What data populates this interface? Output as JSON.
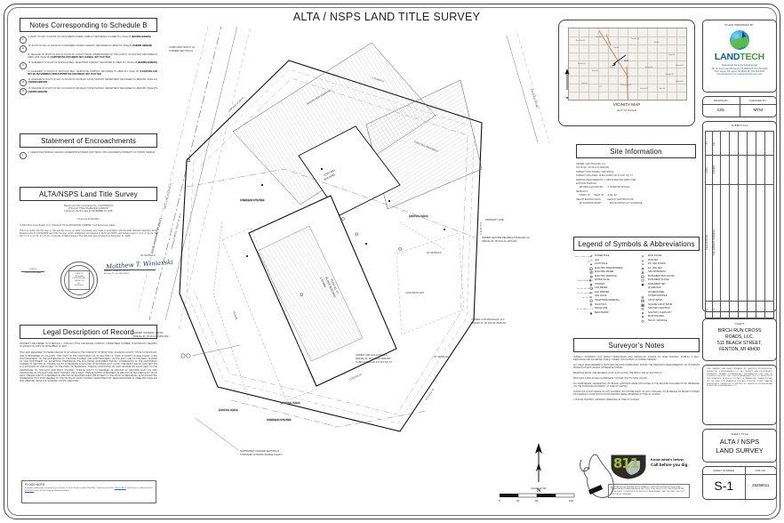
{
  "sheet": {
    "main_title": "ALTA / NSPS LAND TITLE SURVEY"
  },
  "schedule_b": {
    "title": "Notes Corresponding to Schedule B",
    "notes": [
      {
        "marker": "9",
        "text": "9. RIGHT OF WAY IN FAVOR OF CONSUMERS POWER COMPANY RECORDED IN LIBER 871, PAGE 56",
        "bold": "(SHOWN HEREON)"
      },
      {
        "marker": "10",
        "text": "10. RIGHT OF WAY IN FAVOR OF  CONSUMERS POWER COMPANY RECORDED IN LIBER 871, PAGE 54",
        "bold": "(SHOWN HEREON)"
      },
      {
        "marker": "",
        "text": "11. RELEASE OF RIGHT OF WAY IN FAVOR OF COUNTY DRAIN COMMISSIONER OF THE COUNTY OF SAGINAW RECORDED IN LIBER 1356, PAGE 940",
        "bold": "(SUPPORTIVE DOCUMENT NOT LEGIBLE, NOT PLOTTED)"
      },
      {
        "marker": "12",
        "text": "12. EASEMENT IN FAVOR OF MICHIGAN BELL TELEPHONE COMPANY RECORDED IN LIBER 614, PAGE 106",
        "bold": "(SHOWN HEREON)"
      },
      {
        "marker": "",
        "text": "13. EASEMENT IN FAVOR OF MICHIGAN BELL TELEPHONE COMPANY RECORDED IN LIBER 614, PAGE 107",
        "bold": "(LOCATION CAN NOT BE DETERMINED FROM SUPPORTIVE DOCUMENT, NOT PLOTTED)"
      },
      {
        "marker": "14",
        "text": "14. RELEASE OF RIGHT OF WAY IN FAVOR OF MICHIGAN STATE HIGHWAY DEPARTMENT RECORDED IN LIBER 883, PAGE 262",
        "bold": "(SHOWN HEREON)"
      },
      {
        "marker": "15",
        "text": "15. RELEASE OF RIGHT OF WAY IN FAVOR OF MICHIGAN STATE HIGHWAY DEPARTMENT RECORDED IN LIBER 897, PAGE 279",
        "bold": "(SHOWN HEREON)"
      }
    ]
  },
  "encroachments": {
    "title": "Statement of Encroachments",
    "marker": "A",
    "text": "A. PEDESTRIAN BRIDGE LANDING/ OWNERSHIP EXTENDS SOUTHERLY INTO ADJOINER'S PROPERTY AS SHOWN HEREON."
  },
  "certification": {
    "title": "ALTA/NSPS Land Title Survey",
    "commitment_lines": [
      "Based Upon Title Commitment No. 721267660/070",
      "CHICAGO TITLE INSURANCE COMPANY",
      "bearing an effective date of NOVEMBER 19, 2025"
    ],
    "heading": "Surveyors Certification",
    "to_line": "To Birch Run Cross Roads, LLC; CHICAGO TITLE INSURANCE COMPANY; and Successors Dates:",
    "body": "This is to certify that this map or plat and the survey on which it is based were made in accordance with the 2021 Minimum Standard Detail Requirements for ALTA/NSPS Land Title Surveys, jointly established and adopted by ALTA and NSPS, and includes Items 1, 2, 3, 4, 5a, 6a, 7a, 7b1, 7c, 8, 9, 10, 11, 13, 14, 16, 17 and 18 of Table A thereof. The field work was completed on December 11, 2025.",
    "date_label": "12/04/25",
    "date_sub": "Date of Plat or Map",
    "signature": "Matthew T. Winiarski",
    "surveyor_name": "Matthew T. Winiarski, P.S., P.E.",
    "surveyor_license": "Michigan P.S. No. 4001542852",
    "seal_lines": [
      "STATE OF",
      "MICHIGAN",
      "PROFESSIONAL",
      "SURVEYOR",
      "NO.",
      "4001542852"
    ]
  },
  "legal_description": {
    "title": "Legal Description of Record",
    "intro": "PROPERTY DESCRIBED IN SCHEDULE A, CHICAGO TITLE INSURANCE COMPANY COMMITMENT NUMBER 721267660/070, BEARING AN EFFECTIVE DATE OF NOVEMBER 19, 2025.",
    "body": "THE LAND REFERRED TO HEREIN BELOW IS SITUATED IN THE TOWNSHIP OF BIRCH RUN, SAGINAW COUNTY, STATE OF MICHIGAN, AND IS DESCRIBED AS FOLLOWS: THAT PART OF THE NORTHWEST 1/4 OF SECTION 21, TOWN 10 NORTH, RANGE 6 EAST, LYING SOUTHEASTERLY OF THE CENTERLINE OF THE DIXIE HIGHWAY AND NORTHEASTERLY OF THE EAST LINE OF THE WEST 16 RODS OF SAID NORTHWEST 1/4, EXCEPTING THEREFROM THE FOLLOWING DESCRIBED PARCEL: COMMENCING AT THE NORTHWEST CORNER OF SECTION 21; THENCE SOUTH 00 DEGREES 26 MINUTES 30 SECONDS EAST ALONG THE WEST LINE OF SAID SECTION 21 A DISTANCE OF 1330.00 FEET TO THE POINT OF BEGINNING; THENCE CONTINUING ON SAID CENTERLINE 430.00 FEET TO THE CENTERLINE OF THE EAST AND WEST HIGHWAY; THENCE SOUTH 74 DEGREES 30 MINUTES 00 SECONDS EAST ON SAID CENTERLINE OF THE EAST AND WEST HIGHWAY 258.00 FEET; THENCE NORTH 15 DEGREES 30 MINUTES 00 SECONDS EAST 430.00 FEET; THENCE NORTH 74 DEGREES 30 MINUTES 00 SECONDS WEST 258.00 FEET TO THE POINT OF BEGINNING. ALSO EXCEPTING THEREFROM THAT PART DEEDED TO THE MICHIGAN STATE HIGHWAY DEPARTMENT BY DEED RECORDED IN LIBER 883, PAGE 262 AND LIBER 897, PAGE 279, SAGINAW COUNTY RECORDS."
  },
  "flood_note": {
    "title": "FLOOD NOTE:",
    "text_a": "By graphic plotting only, this property is in Zone(s) \"X\" of the Flood Insurance Rate Map, Community Panel No. ",
    "link_a": "26145C0341E",
    "text_b": ", which bears an effective date of ",
    "link_b": "08/16/2011",
    "text_c": " and is NOT in a Special Flood Hazard Area."
  },
  "vicinity_map": {
    "title": "VICINITY MAP",
    "subtitle": "NOT TO SCALE",
    "site_label": "SITE",
    "compass": "N",
    "road_labels": [
      "Birch Run Rd",
      "Dixie Hwy",
      "Gera Rd",
      "Sheridan Rd",
      "Burt Rd",
      "Maple Rd",
      "Townline Rd",
      "Beyer Rd",
      "M-83",
      "Nichols Rd",
      "Lawndale Rd",
      "Curtis Rd",
      "I-75",
      "Frankenmuth Rd",
      "Junction Rd",
      "Hack Rd",
      "Meridian Rd",
      "Graham Rd"
    ]
  },
  "title_block": {
    "plans_prepared_by": "PLANS PREPARED BY:",
    "company_name_1": "LAND",
    "company_name_2": "TECH",
    "company_tagline": "Professional Surveying & Engineering",
    "company_address": [
      "501 W. Silver Lake Rd  Fenton, MI 48430  Ph: 810-750-4200",
      "3217 Lapeer Rd  Lapeer, MI 48446  Ph: 810-664-8300",
      "www.landtechps.com    www.landtechsurveys.com"
    ],
    "drawn_by_label": "DRAWN BY:",
    "drawn_by_value": "CEL",
    "checked_by_label": "CHECKED BY:",
    "checked_by_value": "MTM",
    "submittals_label": "SUBMITTALS",
    "submittal_cols": [
      "BY",
      "CEL"
    ],
    "submittal_date_col": [
      "DATE",
      "12/04/25"
    ],
    "description_label": "DESCRIPTION",
    "description_entry": "PRELIMINARY DRAWING",
    "no_label": "NO.",
    "no_entry": "1",
    "client_label": "CLIENT",
    "client_lines": [
      "BIRCH RUN CROSS",
      "ROADS, LLC.",
      "511 BEACH STREET,",
      "FENTON, MI 48430"
    ],
    "disclaimer": "THIS DRAWING HAS BEEN PREPARED BY LANDTECH PROFESSIONAL SURVEYING & ENGINEERING, LLC. ALL PATENTS AND PROPRIETARY INTERESTS REMAIN CONFIDENTIAL. INFORMATION FOR USE IN CONJUNCTION WITH THE CLIENT'S AGREEMENT NOT TO REPRODUCE THE DRAWINGS, IN WHOLE OR PART, IS PARAMOUNT. DRAWINGS MAY NOT BE USED FOR DRAWINGS FOR ANY PURPOSE OTHER THAN AS SPECIFICALLY PERMITTED IN WRITING BY LANDTECH PROFESSIONAL SURVEYING & ENGINEERING, LLC.",
    "sheet_title_label": "SHEET TITLE",
    "sheet_title_1": "ALTA / NSPS",
    "sheet_title_2": "LAND SURVEY",
    "sheet_number_label": "SHEET NUMBER",
    "sheet_number": "S-1",
    "job_no_label": "JOB NO.",
    "job_no": "25259011"
  },
  "site_information": {
    "title": "Site Information",
    "rows": [
      "OWNER: LWF HOLLAND, LLC",
      "TAX ID NO.: 05-10-6-21-4028-000",
      "SUBJECT SITE ZONING: INDUSTRIAL",
      "SUBJECT SITE AREA: 10.881 ACRES OR 474,017 SQ. FT.",
      "PARKING REQUIREMENTS: 1 SPACE PER PER EMPLOYEE",
      "EXISTING PARKING:",
      "     186 REGULAR SPACES        5 HANDICAP SPACES",
      "SETBACKS:",
      "     FRONT: 40'      REAR: 25'      SIDE: 20'",
      "HEIGHT RESTRICTIONS:          DENSITY RESTRICTIONS:",
      "     40' MAXIMUM HEIGHT             50% MAXIMUM LOT COVERAGE"
    ]
  },
  "legend": {
    "title": "Legend of Symbols & Abbreviations",
    "left_items": [
      {
        "sym": "power-pole",
        "label": "POWER POLE"
      },
      {
        "sym": "guy",
        "label": "GUY"
      },
      {
        "sym": "light-pole",
        "label": "LIGHT POLE"
      },
      {
        "sym": "electric-transformer",
        "label": "ELECTRIC TRANSFORMER"
      },
      {
        "sym": "electric-meter",
        "label": "ELECTRIC METER"
      },
      {
        "sym": "electric-manhole",
        "label": "ELECTRIC MANHOLE"
      },
      {
        "sym": "water-valve",
        "label": "WATER VALVE"
      },
      {
        "sym": "hydrant",
        "label": "HYDRANT"
      },
      {
        "sym": "gas-meter",
        "label": "GAS METER"
      },
      {
        "sym": "gas-marker",
        "label": "GAS MARKER"
      },
      {
        "sym": "gas-valve",
        "label": "GAS VALVE"
      },
      {
        "sym": "telephone-pedestal",
        "label": "TELEPHONE PEDESTAL"
      },
      {
        "sym": "sign-post",
        "label": "SIGN POST"
      },
      {
        "sym": "fence-line",
        "label": "FENCE LINE"
      },
      {
        "sym": "benchmark",
        "label": "BENCHMARK"
      }
    ],
    "right_items": [
      {
        "sym": "iron-found",
        "label": "IRON FOUND"
      },
      {
        "sym": "iron-set",
        "label": "IRON SET"
      },
      {
        "sym": "pk-nail-found",
        "label": "P.K. NAIL FOUND"
      },
      {
        "sym": "pk-nail-set",
        "label": "P.K. NAIL SET"
      },
      {
        "sym": "gps-monument",
        "label": "GPS MONUMENT"
      },
      {
        "sym": "monument-box-found",
        "label": "MONUMENT BOX FOUND"
      },
      {
        "sym": "monument-found",
        "label": "MONUMENT FOUND"
      },
      {
        "sym": "monument-set",
        "label": "MONUMENT SET"
      },
      {
        "sym": "record",
        "label": "(R)  RECORD"
      },
      {
        "sym": "measured",
        "label": "(M)  MEASURED"
      },
      {
        "sym": "storm-manhole",
        "label": "STORM MANHOLE"
      },
      {
        "sym": "catch-basin",
        "label": "CATCH BASIN"
      },
      {
        "sym": "square-catch-basin",
        "label": "SQUARE CATCH BASIN"
      },
      {
        "sym": "sanitary-manhole",
        "label": "SANITARY MANHOLE"
      },
      {
        "sym": "sanitary-clean-out",
        "label": "SANITARY CLEAN-OUT"
      },
      {
        "sym": "monitor-well",
        "label": "MONITOR WELL"
      },
      {
        "sym": "telco-manhole",
        "label": "TELCO. MANHOLE"
      }
    ]
  },
  "surveyors_notes": {
    "title": "Surveyor's Notes",
    "notes": [
      "SUBJECT PROPERTY HAS DIRECT PEDESTRIAN AND VEHICULAR ACCESS TO DIXIE HIGHWAY (PUBLIC) A DULY DEDICATED AND ACCEPTED PUBLIC STREET OR HIGHWAY AS SHOWN HEREON.",
      "ALL FIELD MEASUREMENTS MATCHED RECORD DIMENSIONS WITHIN THE PRECISION REQUIREMENTS OF ALTA/NSPS SPECIFICATIONS UNLESS OTHERWISE SHOWN.",
      "BEARINGS BASIS: N89 DEGREES 34'25\" EAST ALONG THE WEST LINE OF SECTION 21.",
      "MICHIGAN STATE PLANE COORDINATE SYSTEM, SOUTH ZONE, NAD 83.",
      "NO CEMETERIES, GRAVESITES, OR BURIAL GROUNDS WERE DISCLOSED IN THE RECORD DOCUMENTS OR OBSERVED ON THE SURVEYED PROPERTY AT TIME OF SURVEY.",
      "SURVEYOR IS NOT AWARE OF ANY CURRENT OR FUTURE RIGHT OF WAY CHANGES. NO EVIDENCE OF RECENT STREET OR SIDEWALK CONSTRUCTION OR REPAIRS WERE OBSERVED AT TIME OF SURVEY.",
      "I-75/DIXIE HIGHWAY: ADDRESS OBSERVED AT TIME OF SURVEY."
    ]
  },
  "drawing": {
    "north_label": "N",
    "scale_label": "SCALE: 1\"=60'",
    "scale_ticks": [
      "0",
      "30",
      "60",
      "120"
    ],
    "labels": [
      "DIXIE HIGHWAY (PUBLIC)",
      "VARIABLE WIDTH RIGHT OF WAY",
      "EDGE OF GRAVEL",
      "EXISTING BUILDING",
      "1 STORY BLOCK BUILDING",
      "GRAVEL",
      "CONCRETE",
      "ASPHALT",
      "OVERHEAD UTILITIES",
      "EXISTING FENCE",
      "PROPERTY LINE",
      "20' SETBACK",
      "40' SETBACK",
      "25' SETBACK",
      "OWNER: LWF HOLLAND, LLC",
      "PARCEL ID: 05-10-6-21-4028-000",
      "OWNER: SECURE RELIABLE STORAGE LLC",
      "PARCEL ID: 05-10-6-21-4027-002",
      "OWNER: CCR MICHIGAN I LLC",
      "PARCEL ID: 05-10-6-21-4028-001",
      "OWNER: HARDING, MR INC",
      "PARCEL ID: 05-10-6-20-3002-000",
      "NORTHWEST CORNER SECTION 21",
      "TOWNSHIP 10 NORTH RANGE 6 EAST",
      "WEST LINE SECTION 21",
      "PROPOSED PARKING",
      "EXISTING PAVEMENT",
      "LOADING DOCK",
      "PEDESTRIAN BRIDGE"
    ]
  },
  "bottom": {
    "michigan_label": "MICHIGAN",
    "e811_number": "811",
    "e811_line1": "Know what's below.",
    "e811_line2": "Call before you dig.",
    "e811_disclaimer": "ALL UTILITIES SHOWN ARE APPROXIMATE LOCATIONS DERIVED FROM ACTUAL MEASUREMENTS AND AVAILABLE RECORDS. THEY SHOULD NOT BE INTERPRETED TO BE EXACT LOCATIONS NOR SHOULD IT BE ASSUMED THAT THEY ARE THE ONLY UTILITIES IN THE AREA."
  }
}
